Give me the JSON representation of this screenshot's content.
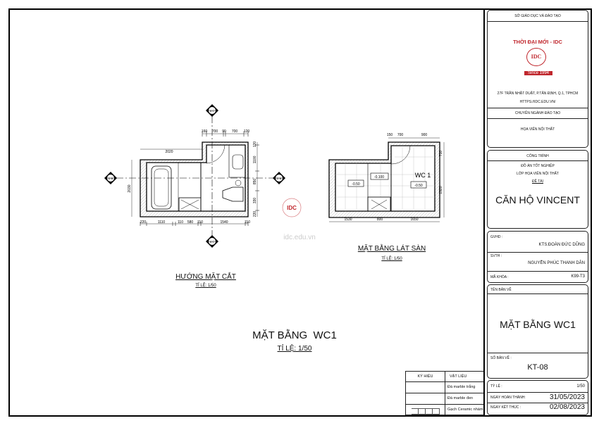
{
  "drawing": {
    "plan1": {
      "title": "HƯỚNG MẶT CẮT",
      "scale": "TỈ LỆ: 1/50",
      "dims_top": [
        "160",
        "700",
        "90",
        "700",
        "120"
      ],
      "dim_left_top": "2020",
      "dim_left": "2030",
      "dims_right": [
        "120",
        "1100",
        "850",
        "330",
        "220"
      ],
      "dims_bottom": [
        "220",
        "1110",
        "110",
        "580",
        "110",
        "1540",
        "110"
      ],
      "axis_v": "A C",
      "axis_h": "D B"
    },
    "plan2": {
      "title": "MẶT BẰNG LÁT SÀN",
      "scale": "TỈ LỆ: 1/50",
      "dims_top": [
        "150",
        "700",
        "900"
      ],
      "dims_right": [
        "710",
        "1920"
      ],
      "dims_bottom": [
        "1530",
        "800",
        "1650"
      ],
      "room": "WC 1",
      "levels": [
        "-0.50",
        "-0.100",
        "-0.50"
      ]
    },
    "main_title": "MẶT BẰNG  WC1",
    "main_scale": "TỈ LỆ: 1/50",
    "watermark": "idc.edu.vn",
    "watermark_logo": "IDC"
  },
  "legend": {
    "headers": [
      "KÝ HIỆU",
      "VẬT LIỆU"
    ],
    "rows": [
      "Đá marble trắng",
      "Đá marble đen",
      "Gạch Ceramic nhám"
    ]
  },
  "title_block": {
    "dept": "SỞ GIÁO DỤC VÀ ĐÀO TẠO",
    "school": "THỜI ĐẠI MỚI - IDC",
    "logo": "IDC",
    "since": "Since 1994",
    "address": "27F TRẦN NHẬT DUẬT, P.TÂN ĐỊNH, Q.1, TPHCM",
    "url": "HTTPS://IDC.EDU.VN/",
    "major_label": "CHUYÊN NGÀNH ĐÀO TẠO",
    "major": "HỌA VIÊN NỘI THẤT",
    "project_label": "CÔNG TRÌNH",
    "project_type": "ĐỒ ÁN TỐT NGHIỆP",
    "class": "LỚP HỌA VIÊN NỘI THẤT",
    "topic_label": "ĐỀ TÀI",
    "topic": "CĂN HỘ VINCENT",
    "gvhd_label": "GVHD :",
    "gvhd": "KTS.ĐOÀN ĐỨC DŨNG",
    "svth_label": "SVTH :",
    "svth": "NGUYỄN PHÚC THANH DÂN",
    "course_label": "MÃ KHÓA  :",
    "course": "K99-T3",
    "drawing_name_label": "TÊN BẢN VẼ",
    "drawing_name": "MẶT BẰNG WC1",
    "drawing_no_label": "SỐ BẢN VẼ :",
    "drawing_no": "KT-08",
    "scale_label": "TỶ LỆ :",
    "scale": "1/50",
    "done_label": "NGÀY HOÀN THÀNH:",
    "done": "31/05/2023",
    "end_label": "NGÀY KẾT THÚC  :",
    "end": "02/08/2023"
  },
  "colors": {
    "brand_red": "#c0272d"
  }
}
